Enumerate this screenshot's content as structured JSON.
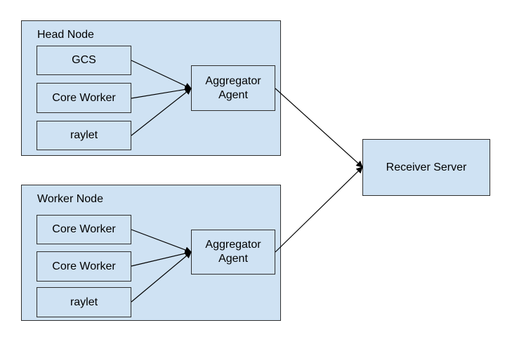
{
  "diagram": {
    "head_node": {
      "title": "Head Node",
      "components": [
        "GCS",
        "Core Worker",
        "raylet"
      ],
      "aggregator": "Aggregator\nAgent"
    },
    "worker_node": {
      "title": "Worker Node",
      "components": [
        "Core Worker",
        "Core Worker",
        "raylet"
      ],
      "aggregator": "Aggregator\nAgent"
    },
    "receiver": "Receiver Server",
    "colors": {
      "box_fill": "#cfe2f3",
      "stroke": "#2f2f2f",
      "arrow": "#000000"
    }
  }
}
